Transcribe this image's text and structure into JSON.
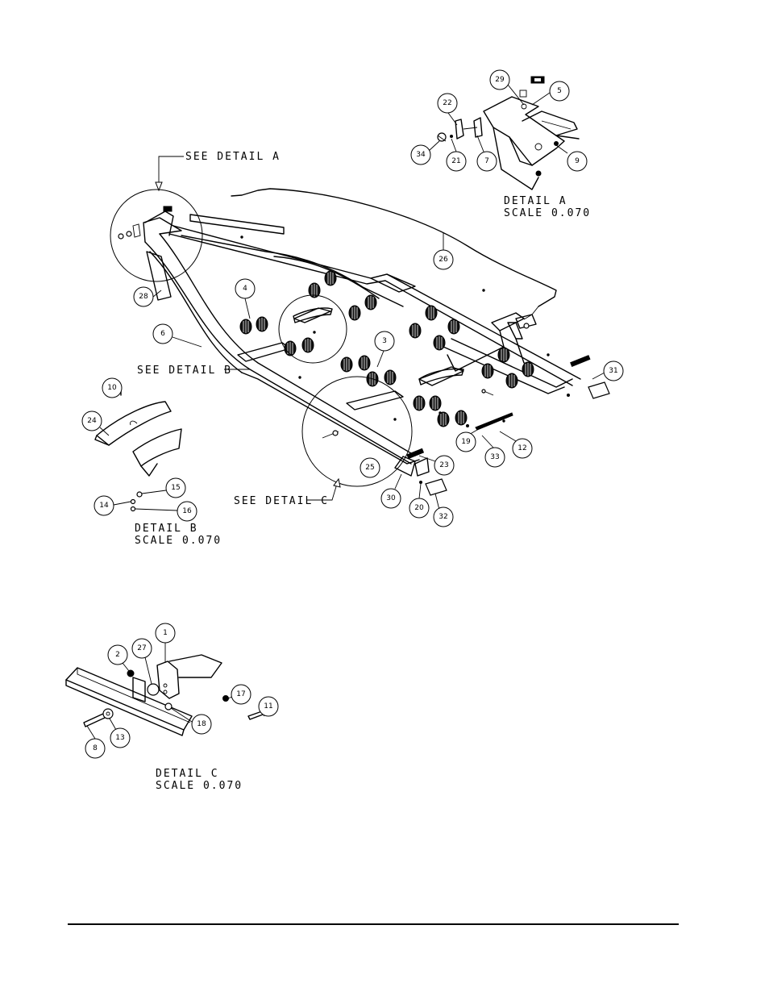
{
  "notes": {
    "see_detail_a": "SEE DETAIL  A",
    "see_detail_b": "SEE DETAIL  B",
    "see_detail_c": "SEE DETAIL  C",
    "detail_a_title": "DETAIL  A",
    "detail_a_scale": "SCALE  0.070",
    "detail_b_title": "DETAIL  B",
    "detail_b_scale": "SCALE  0.070",
    "detail_c_title": "DETAIL  C",
    "detail_c_scale": "SCALE  0.070"
  },
  "callouts": {
    "c1": "1",
    "c2": "2",
    "c3": "3",
    "c4": "4",
    "c5": "5",
    "c6": "6",
    "c7": "7",
    "c8": "8",
    "c9": "9",
    "c10": "10",
    "c11": "11",
    "c12": "12",
    "c13": "13",
    "c14": "14",
    "c15": "15",
    "c16": "16",
    "c17": "17",
    "c18": "18",
    "c19": "19",
    "c20": "20",
    "c21": "21",
    "c22": "22",
    "c23": "23",
    "c24": "24",
    "c25": "25",
    "c26": "26",
    "c27": "27",
    "c28": "28",
    "c29": "29",
    "c30": "30",
    "c31": "31",
    "c32": "32",
    "c33": "33",
    "c34": "34"
  }
}
